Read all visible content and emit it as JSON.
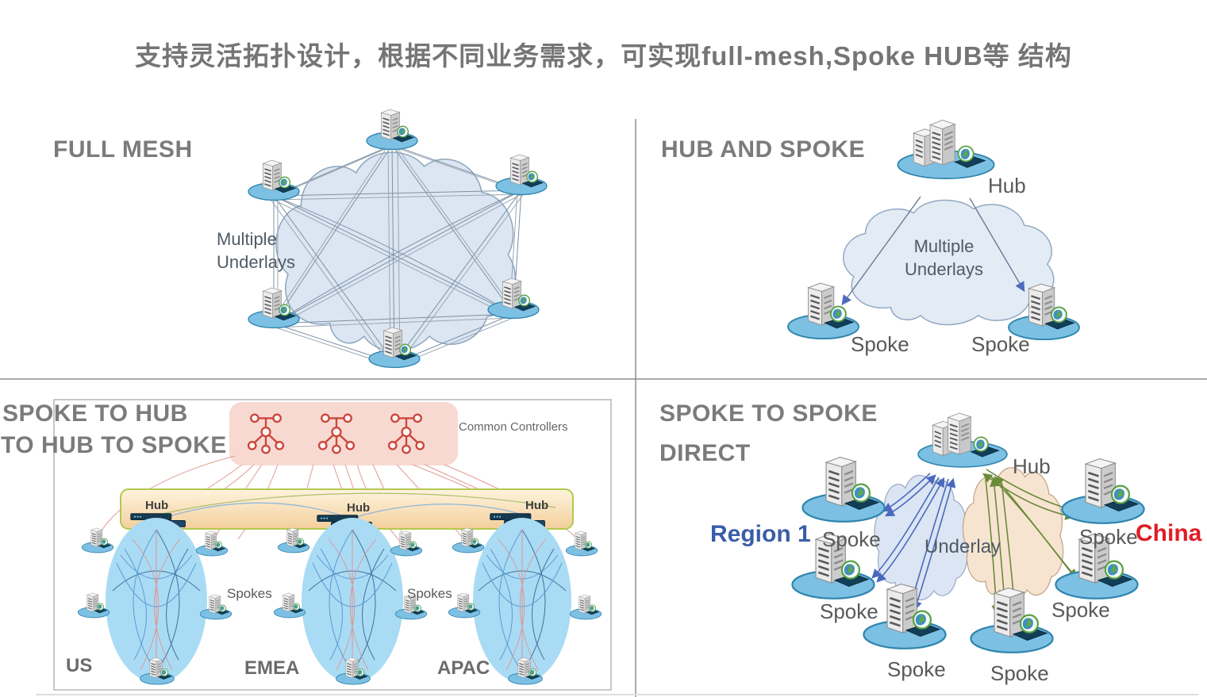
{
  "header": {
    "title": "支持灵活拓扑设计，根据不同业务需求，可实现full-mesh,Spoke HUB等 结构"
  },
  "full_mesh": {
    "title": "FULL MESH",
    "cloud_label": "Multiple Underlays"
  },
  "hub_and_spoke": {
    "title": "HUB AND SPOKE",
    "hub_label": "Hub",
    "cloud_label": "Multiple Underlays",
    "spoke_labels": [
      "Spoke",
      "Spoke"
    ]
  },
  "spoke_hub_hub_spoke": {
    "title_line1": "SPOKE TO HUB",
    "title_line2": "TO HUB TO SPOKE",
    "controllers_label": "Common Controllers",
    "hub_labels": [
      "Hub",
      "Hub",
      "Hub"
    ],
    "spokes_labels": [
      "Spokes",
      "Spokes"
    ],
    "region_labels": [
      "US",
      "EMEA",
      "APAC"
    ]
  },
  "spoke_to_spoke": {
    "title_line1": "SPOKE TO SPOKE",
    "title_line2": "DIRECT",
    "hub_label": "Hub",
    "region_label": "Region 1",
    "country_label": "China",
    "underlay_label": "Underlay",
    "spoke_labels": [
      "Spoke",
      "Spoke",
      "Spoke",
      "Spoke",
      "Spoke",
      "Spoke"
    ]
  },
  "colors": {
    "title_gray": "#757575",
    "label_gray": "#595959",
    "cloud_blue": "#dbe6f2",
    "cloud_tan": "#f7e4d0",
    "region_ellipse": "#a9dbf4",
    "node_ellipse": "#7cc0e4",
    "controller_red": "#c9483c",
    "pink_box": "#f8d9d2",
    "hub_bar_border": "#b3c84f",
    "arrow_blue": "#4a69bd",
    "arrow_olive": "#6b8a3a",
    "region1_blue": "#3a5da8",
    "china_red": "#e11d25"
  }
}
